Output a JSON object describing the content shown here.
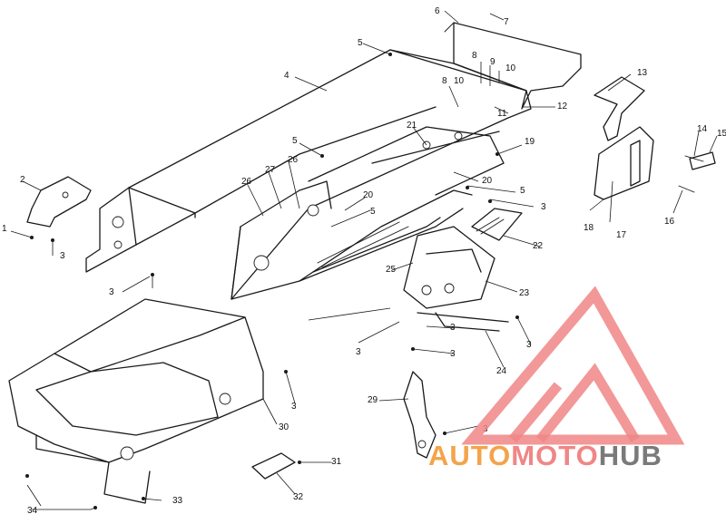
{
  "diagram": {
    "callouts": [
      "1",
      "2",
      "3",
      "3",
      "3",
      "3",
      "3",
      "3",
      "3",
      "3",
      "3",
      "4",
      "5",
      "5",
      "5",
      "5",
      "6",
      "7",
      "8",
      "8",
      "9",
      "10",
      "10",
      "11",
      "12",
      "13",
      "14",
      "15",
      "16",
      "17",
      "18",
      "19",
      "20",
      "20",
      "21",
      "22",
      "23",
      "24",
      "25",
      "26",
      "26",
      "27",
      "29",
      "30",
      "31",
      "32",
      "33",
      "34"
    ]
  },
  "watermark": {
    "parts": [
      "AUTO",
      "MOTO",
      "HUB"
    ],
    "colors": [
      "#f3a44a",
      "#f08686",
      "#7a7a7a"
    ],
    "logo_color": "#f08686"
  }
}
